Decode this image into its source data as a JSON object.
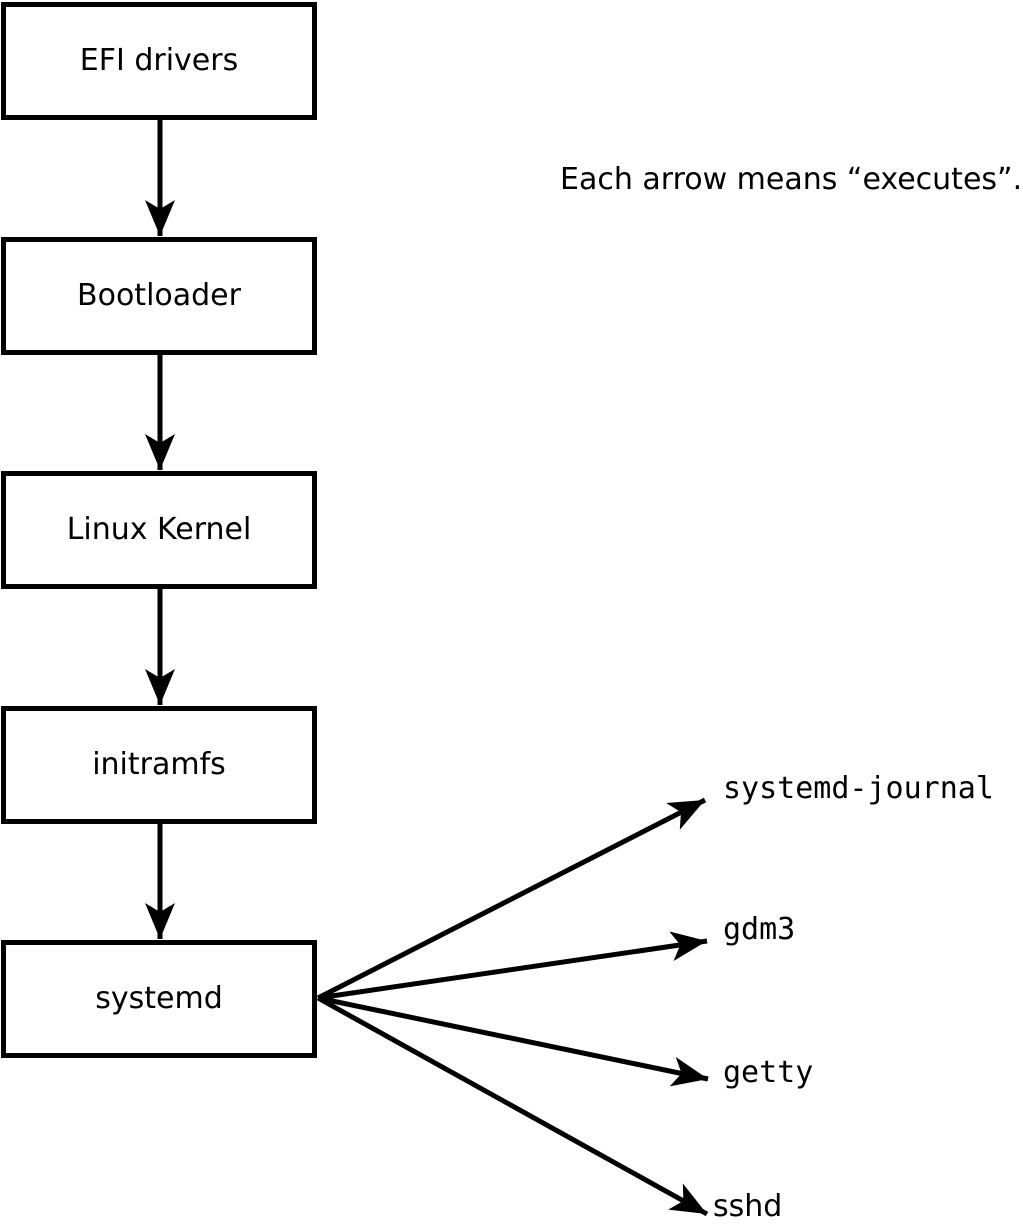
{
  "diagram": {
    "note": "Each arrow means “executes”.",
    "arrow_meaning": "executes",
    "chain": [
      {
        "label": "EFI drivers"
      },
      {
        "label": "Bootloader"
      },
      {
        "label": "Linux Kernel"
      },
      {
        "label": "initramfs"
      },
      {
        "label": "systemd"
      }
    ],
    "spawned": [
      {
        "label": "systemd-journal"
      },
      {
        "label": "gdm3"
      },
      {
        "label": "getty"
      },
      {
        "label": "sshd"
      }
    ],
    "colors": {
      "line": "#000000",
      "background": "#ffffff",
      "box_fill": "#ffffff"
    }
  }
}
